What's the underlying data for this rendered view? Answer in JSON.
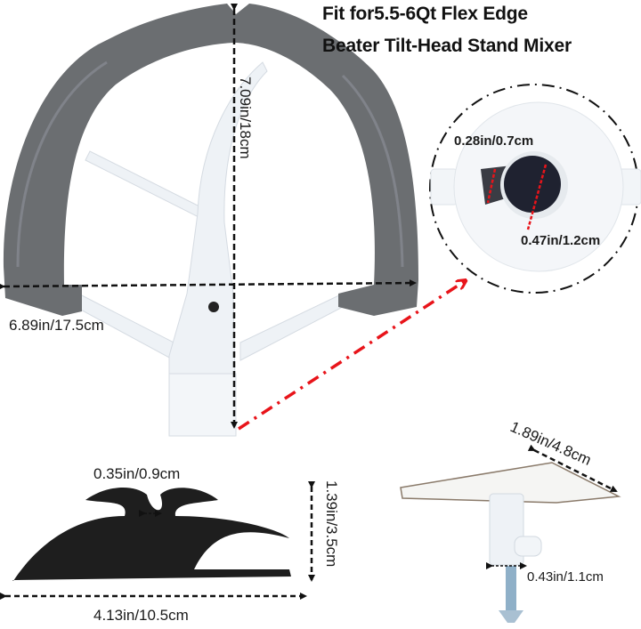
{
  "header": {
    "title_line1": "Fit for5.5-6Qt Flex Edge",
    "title_line2": "Beater Tilt-Head Stand Mixer"
  },
  "beater": {
    "height_label": "7.09in/18cm",
    "width_label": "6.89in/17.5cm",
    "edge_color": "#6b6e71",
    "body_color": "#eef2f6"
  },
  "detail_circle": {
    "slot_label": "0.28in/0.7cm",
    "hole_label": "0.47in/1.2cm",
    "leader_color": "#e8141a"
  },
  "holder": {
    "gap_label": "0.35in/0.9cm",
    "height_label": "1.39in/3.5cm",
    "width_label": "4.13in/10.5cm",
    "color": "#1e1e1e"
  },
  "mount": {
    "plate_label": "1.89in/4.8cm",
    "post_label": "0.43in/1.1cm"
  }
}
